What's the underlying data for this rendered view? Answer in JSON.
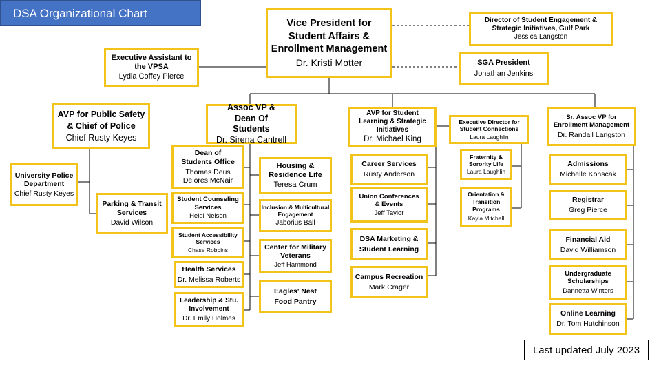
{
  "title": "DSA Organizational Chart",
  "last_updated": "Last updated July 2023",
  "boxes": {
    "vp": {
      "title": "Vice President for Student Affairs & Enrollment Management",
      "name": "Dr. Kristi Motter"
    },
    "director_gulf_park": {
      "title": "Director of Student Engagement & Strategic Initiatives, Gulf Park",
      "name": "Jessica Langston"
    },
    "exec_assistant": {
      "title": "Executive Assistant to the VPSA",
      "name": "Lydia Coffey Pierce"
    },
    "sga_president": {
      "title": "SGA President",
      "name": "Jonathan Jenkins"
    },
    "avp_public_safety": {
      "title": "AVP for Public Safety & Chief of Police",
      "name": "Chief Rusty Keyes"
    },
    "university_police": {
      "title": "University Police Department",
      "name": "Chief Rusty Keyes"
    },
    "parking_transit": {
      "title": "Parking & Transit Services",
      "name": "David Wilson"
    },
    "assoc_vp_dean": {
      "title": "Assoc VP & Dean Of Students",
      "name": "Dr. Sirena Cantrell"
    },
    "dean_office": {
      "title": "Dean of Students Office",
      "name": "Thomas Deus",
      "name2": "Delores McNair"
    },
    "counseling": {
      "title": "Student Counseling Services",
      "name": "Heidi Nelson"
    },
    "accessibility": {
      "title": "Student Accessibility Services",
      "name": "Chase Robbins"
    },
    "health": {
      "title": "Health Services",
      "name": "Dr. Melissa Roberts"
    },
    "leadership": {
      "title": "Leadership & Stu. Involvement",
      "name": "Dr. Emily Holmes"
    },
    "housing": {
      "title": "Housing & Residence Life",
      "name": "Teresa Crum"
    },
    "inclusion": {
      "title": "Inclusion & Multicultural Engagement",
      "name": "Jaborius Ball"
    },
    "veterans": {
      "title": "Center for Military Veterans",
      "name": "Jeff Hammond"
    },
    "pantry": {
      "title": "Eagles' Nest Food Pantry"
    },
    "avp_learning": {
      "title": "AVP for Student Learning & Strategic Initiatives",
      "name": "Dr. Michael King"
    },
    "career": {
      "title": "Career Services",
      "name": "Rusty Anderson"
    },
    "union": {
      "title": "Union Conferences & Events",
      "name": "Jeff Taylor"
    },
    "dsa_marketing": {
      "title": "DSA Marketing & Student Learning"
    },
    "recreation": {
      "title": "Campus Recreation",
      "name": "Mark Crager"
    },
    "exec_connections": {
      "title": "Executive Director for Student Connections",
      "name": "Laura Laughlin"
    },
    "fraternity": {
      "title": "Fraternity & Sorority Life",
      "name": "Laura Laughlin"
    },
    "orientation": {
      "title": "Orientation & Transition Programs",
      "name": "Kayla Mitchell"
    },
    "sr_assoc_vp": {
      "title": "Sr. Assoc VP for Enrollment Management",
      "name": "Dr. Randall Langston"
    },
    "admissions": {
      "title": "Admissions",
      "name": "Michelle Konscak"
    },
    "registrar": {
      "title": "Registrar",
      "name": "Greg Pierce"
    },
    "financial_aid": {
      "title": "Financial Aid",
      "name": "David Williamson"
    },
    "scholarships": {
      "title": "Undergraduate Scholarships",
      "name": "Dannetta Winters"
    },
    "online_learning": {
      "title": "Online Learning",
      "name": "Dr. Tom Hutchinson"
    }
  },
  "colors": {
    "box_border": "#f2c319",
    "banner": "#4472c4",
    "lines": "#000000"
  }
}
